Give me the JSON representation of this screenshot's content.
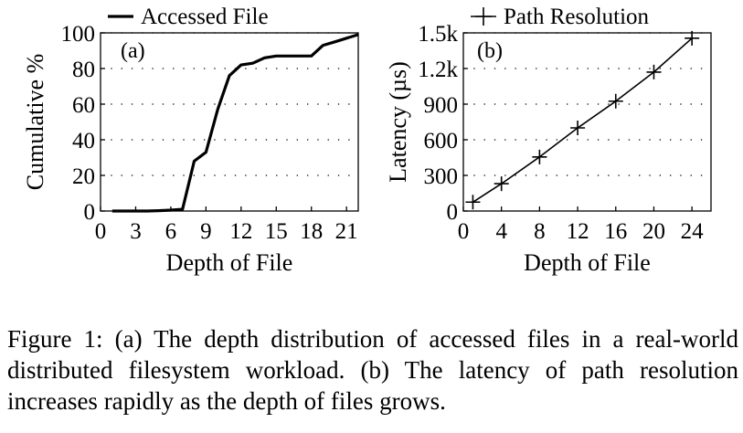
{
  "chart_data": [
    {
      "type": "line",
      "panel_label": "(a)",
      "legend": "Accessed File",
      "xlabel": "Depth of File",
      "ylabel": "Cumulative %",
      "xlim": [
        0,
        22
      ],
      "ylim": [
        0,
        100
      ],
      "x_ticks": [
        0,
        3,
        6,
        9,
        12,
        15,
        18,
        21
      ],
      "y_ticks": [
        0,
        20,
        40,
        60,
        80,
        100
      ],
      "y_tick_labels": [
        "0",
        "20",
        "40",
        "60",
        "80",
        "100"
      ],
      "grid": "horizontal dotted",
      "series": [
        {
          "name": "Accessed File",
          "marker": "none",
          "x": [
            1,
            2,
            3,
            4,
            5,
            6,
            7,
            8,
            9,
            10,
            11,
            12,
            13,
            14,
            15,
            16,
            17,
            18,
            19,
            20,
            21,
            22
          ],
          "y": [
            0,
            0,
            0,
            0,
            0.2,
            0.5,
            1,
            28,
            33,
            57,
            76,
            82,
            83,
            86,
            87,
            87,
            87,
            87,
            93,
            95,
            97,
            99
          ]
        }
      ]
    },
    {
      "type": "line",
      "panel_label": "(b)",
      "legend": "Path Resolution",
      "xlabel": "Depth of File",
      "ylabel": "Latency (µs)",
      "xlim": [
        0,
        26
      ],
      "ylim": [
        0,
        1500
      ],
      "x_ticks": [
        0,
        4,
        8,
        12,
        16,
        20,
        24
      ],
      "y_ticks": [
        0,
        300,
        600,
        900,
        1200,
        1500
      ],
      "y_tick_labels": [
        "0",
        "300",
        "600",
        "900",
        "1.2k",
        "1.5k"
      ],
      "grid": "horizontal dotted",
      "series": [
        {
          "name": "Path Resolution",
          "marker": "plus",
          "x": [
            1,
            4,
            8,
            12,
            16,
            20,
            24
          ],
          "y": [
            75,
            230,
            455,
            700,
            925,
            1170,
            1455
          ]
        }
      ]
    }
  ],
  "caption": "Figure 1: (a) The depth distribution of accessed files in a real-world distributed filesystem workload. (b) The latency of path resolution increases rapidly as the depth of files grows."
}
